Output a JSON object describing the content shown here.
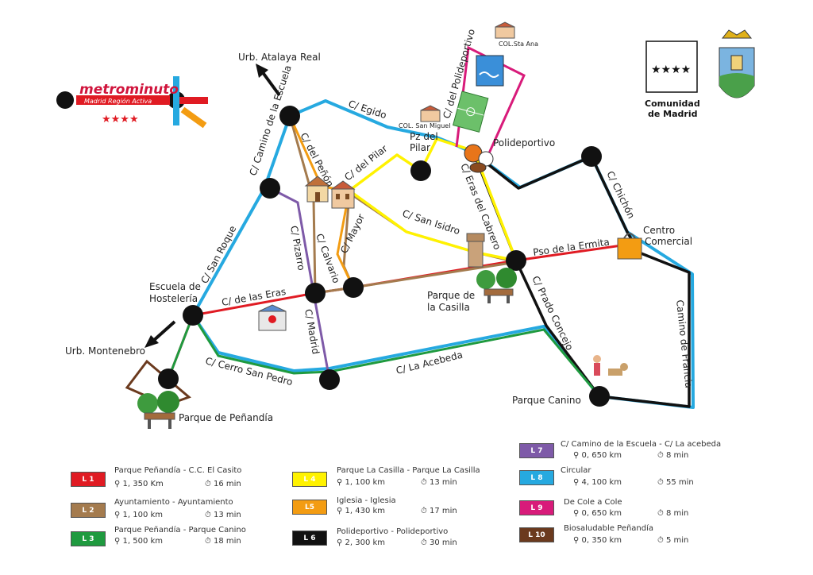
{
  "brand": {
    "name": "metrominuto",
    "tagline": "Madrid Región Activa",
    "stars": "★★★★",
    "region_line1": "Comunidad",
    "region_line2": "de Madrid",
    "region_stars": "★★★★"
  },
  "places": {
    "atalaya": "Urb. Atalaya Real",
    "montenebro": "Urb. Montenebro",
    "escuela1": "Escuela de",
    "escuela2": "Hostelería",
    "polideportivo": "Polideportivo",
    "pilar1": "Pz del",
    "pilar2": "Pilar",
    "col_miguel": "COL. San Miguel",
    "col_ana": "COL.Sta Ana",
    "centro1": "Centro",
    "centro2": "Comercial",
    "casilla1": "Parque de",
    "casilla2": "la Casilla",
    "canino": "Parque Canino",
    "penandia": "Parque de Peñandía"
  },
  "streets": {
    "egido": "C/ Egido",
    "camino_escuela": "C/ Camino de la Escuela",
    "penon": "C/ del Peñón",
    "pilar": "C/ del Pilar",
    "polideportivo": "C/ del Polideportivo",
    "eras_cabrero": "C/ Eras del Cabrero",
    "chichon": "C/ Chichón",
    "san_isidro": "C/ San Isidro",
    "ermita": "Pso de la Ermita",
    "san_roque": "C/ San Roque",
    "pizarro": "C/ Pizarro",
    "calvario": "C/ Calvario",
    "mayor": "C/ Mayor",
    "eras": "C/ de las Eras",
    "madrid": "C/ Madrid",
    "cerro": "C/ Cerro San Pedro",
    "acebeda": "C/ La Acebeda",
    "prado": "C/ Prado Concejo",
    "francia": "Camino de Francia"
  },
  "colors": {
    "L1": "#e01b23",
    "L2": "#a47b4e",
    "L3": "#1f9a3f",
    "L4": "#fff200",
    "L5": "#f39c12",
    "L6": "#111111",
    "L7": "#7e5aa8",
    "L8": "#26a9e0",
    "L9": "#d81b7a",
    "L10": "#6b3a1e"
  },
  "legend": [
    {
      "code": "L 1",
      "title": "Parque Peñandía - C.C. El Casito",
      "dist": "1, 350 Km",
      "time": "16 min",
      "bg": "#e01b23",
      "fg": "#ffffff"
    },
    {
      "code": "L 2",
      "title": "Ayuntamiento - Ayuntamiento",
      "dist": "1, 100 km",
      "time": "13 min",
      "bg": "#a47b4e",
      "fg": "#ffffff"
    },
    {
      "code": "L 3",
      "title": "Parque Peñandía - Parque Canino",
      "dist": "1, 500 km",
      "time": "18 min",
      "bg": "#1f9a3f",
      "fg": "#ffffff"
    },
    {
      "code": "L 4",
      "title": "Parque La Casilla - Parque La Casilla",
      "dist": "1, 100 km",
      "time": "13 min",
      "bg": "#fff200",
      "fg": "#ffffff"
    },
    {
      "code": "L5",
      "title": "Iglesia - Iglesia",
      "dist": "1, 430 km",
      "time": "17 min",
      "bg": "#f39c12",
      "fg": "#ffffff"
    },
    {
      "code": "L 6",
      "title": "Polideportivo - Polideportivo",
      "dist": "2, 300 km",
      "time": "30 min",
      "bg": "#111111",
      "fg": "#ffffff"
    },
    {
      "code": "L 7",
      "title": "C/ Camino de la Escuela - C/ La acebeda",
      "dist": "0, 650 km",
      "time": "8 min",
      "bg": "#7e5aa8",
      "fg": "#ffffff"
    },
    {
      "code": "L 8",
      "title": "Circular",
      "dist": "4, 100 km",
      "time": "55 min",
      "bg": "#26a9e0",
      "fg": "#ffffff"
    },
    {
      "code": "L 9",
      "title": "De Cole a Cole",
      "dist": "0, 650 km",
      "time": "8 min",
      "bg": "#d81b7a",
      "fg": "#ffffff"
    },
    {
      "code": "L 10",
      "title": "Biosaludable Peñandía",
      "dist": "0, 350 km",
      "time": "5 min",
      "bg": "#6b3a1e",
      "fg": "#ffffff"
    }
  ]
}
